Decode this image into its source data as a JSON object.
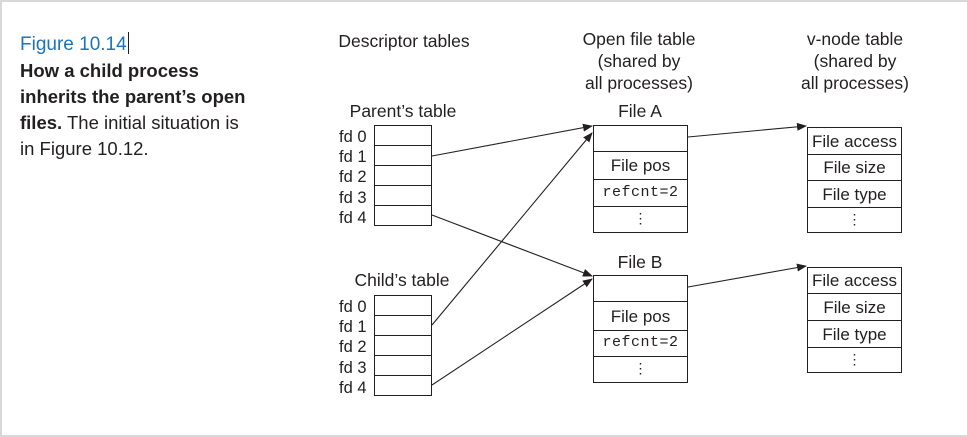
{
  "caption": {
    "figure_number": "Figure 10.14",
    "title_line1": "How a child process",
    "title_line2": "inherits the parent’s open",
    "title_line3_bold": "files.",
    "title_line3_rest": " The initial situation is",
    "title_line4": "in Figure 10.12."
  },
  "headers": {
    "descriptor": "Descriptor tables",
    "open_file_line1": "Open file table",
    "open_file_line2": "(shared by",
    "open_file_line3": "all processes)",
    "vnode_line1": "v-node table",
    "vnode_line2": "(shared by",
    "vnode_line3": "all processes)"
  },
  "parent_table": {
    "title": "Parent’s table",
    "fds": [
      "fd 0",
      "fd 1",
      "fd 2",
      "fd 3",
      "fd 4"
    ]
  },
  "child_table": {
    "title": "Child’s table",
    "fds": [
      "fd 0",
      "fd 1",
      "fd 2",
      "fd 3",
      "fd 4"
    ]
  },
  "file_a": {
    "title": "File A",
    "pos": "File pos",
    "refcnt": "refcnt=2",
    "ellipsis": "⋮"
  },
  "file_b": {
    "title": "File B",
    "pos": "File pos",
    "refcnt": "refcnt=2",
    "ellipsis": "⋮"
  },
  "vnode_a": {
    "access": "File access",
    "size": "File size",
    "type": "File type",
    "ellipsis": "⋮"
  },
  "vnode_b": {
    "access": "File access",
    "size": "File size",
    "type": "File type",
    "ellipsis": "⋮"
  },
  "colors": {
    "figure_label": "#1a75bc",
    "ink": "#231f20"
  }
}
